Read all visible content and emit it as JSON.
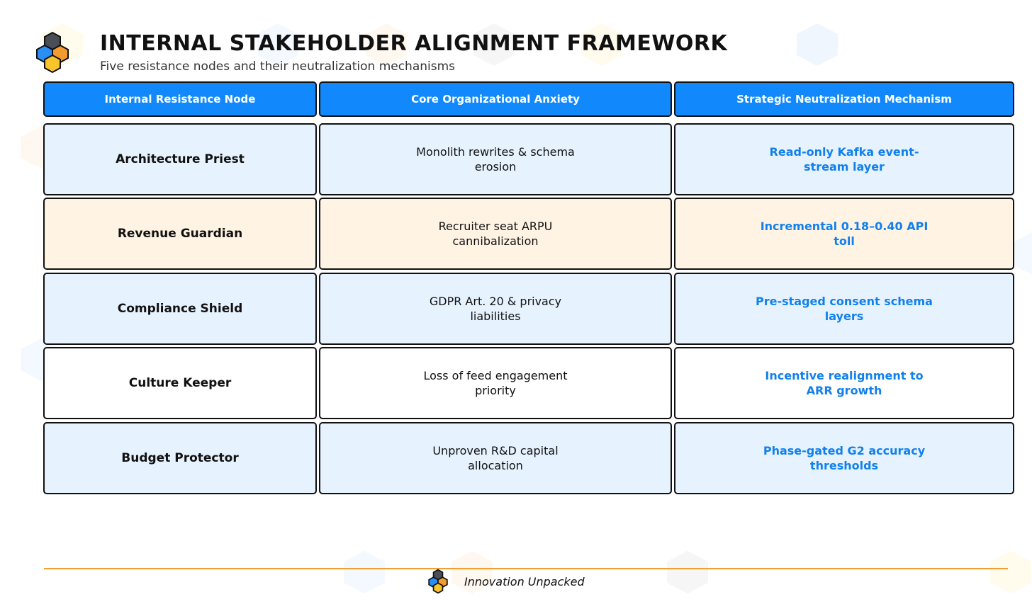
{
  "header": {
    "title": "INTERNAL STAKEHOLDER ALIGNMENT FRAMEWORK",
    "subtitle": "Five resistance nodes and their neutralization mechanisms"
  },
  "table": {
    "columns": [
      "Internal Resistance Node",
      "Core Organizational Anxiety",
      "Strategic Neutralization Mechanism"
    ],
    "rows": [
      {
        "node": "Architecture Priest",
        "anxiety": "Monolith rewrites & schema erosion",
        "mechanism": "Read-only Kafka event-stream layer",
        "tint": "blue"
      },
      {
        "node": "Revenue Guardian",
        "anxiety": "Recruiter seat ARPU cannibalization",
        "mechanism": "Incremental 0.18–0.40 API toll",
        "tint": "peach"
      },
      {
        "node": "Compliance Shield",
        "anxiety": "GDPR Art. 20 & privacy liabilities",
        "mechanism": "Pre-staged consent schema layers",
        "tint": "blue"
      },
      {
        "node": "Culture Keeper",
        "anxiety": "Loss of feed engagement priority",
        "mechanism": "Incentive realignment to ARR growth",
        "tint": "white"
      },
      {
        "node": "Budget Protector",
        "anxiety": "Unproven R&D capital allocation",
        "mechanism": "Phase-gated G2 accuracy thresholds",
        "tint": "blue"
      }
    ]
  },
  "footer": {
    "brand": "Innovation Unpacked"
  },
  "colors": {
    "header_blue": "#1189fd",
    "mechanism_text": "#1180ec",
    "row_blue": "#e6f3ff",
    "row_peach": "#fff3e4",
    "accent_line": "#f0a030",
    "logo_dark": "#4a4f57",
    "logo_blue": "#2a8ff5",
    "logo_orange": "#f39b2f",
    "logo_yellow": "#f8c52d"
  }
}
